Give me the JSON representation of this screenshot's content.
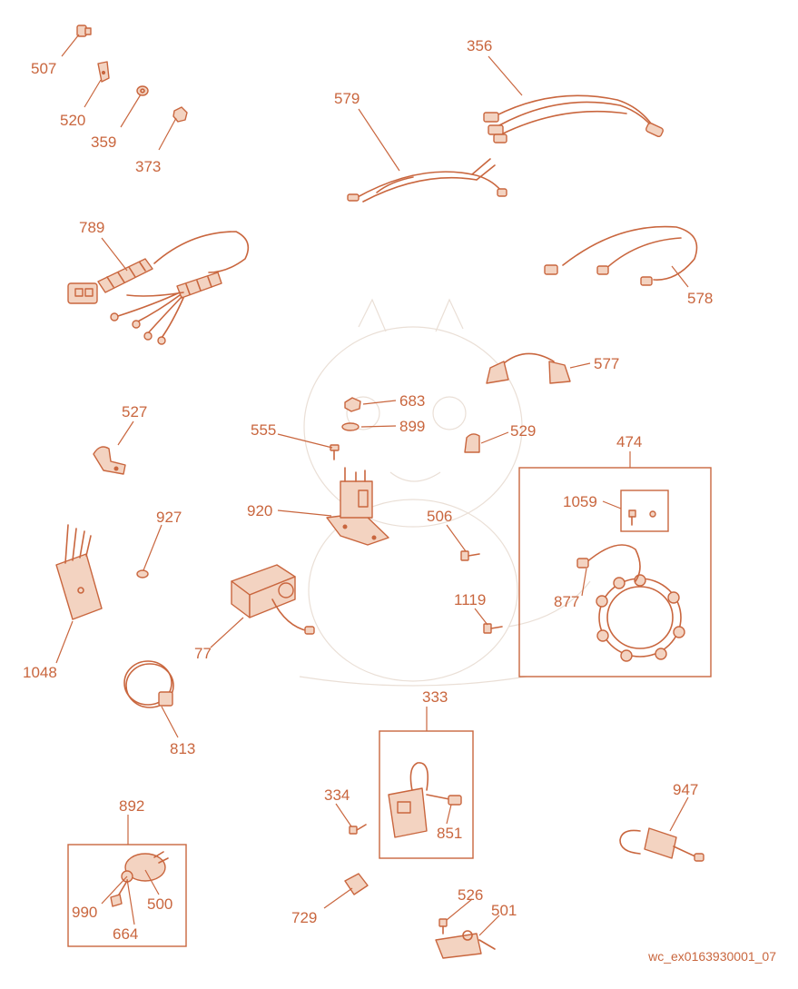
{
  "diagram": {
    "drawing_id": "wc_ex0163930001_07",
    "callouts": {
      "p507": "507",
      "p520": "520",
      "p359": "359",
      "p373": "373",
      "p356": "356",
      "p579": "579",
      "p789": "789",
      "p578": "578",
      "p577": "577",
      "p683": "683",
      "p899": "899",
      "p555": "555",
      "p529": "529",
      "p527": "527",
      "p474": "474",
      "p1059": "1059",
      "p920": "920",
      "p506": "506",
      "p927": "927",
      "p877": "877",
      "p1119": "1119",
      "p1048": "1048",
      "p77": "77",
      "p813": "813",
      "p333": "333",
      "p334": "334",
      "p851": "851",
      "p947": "947",
      "p892": "892",
      "p990": "990",
      "p500": "500",
      "p664": "664",
      "p729": "729",
      "p526": "526",
      "p501": "501"
    },
    "colors": {
      "line": "#c9663e",
      "fill": "#f3d3c1",
      "watermark": "#eadfd6"
    }
  }
}
